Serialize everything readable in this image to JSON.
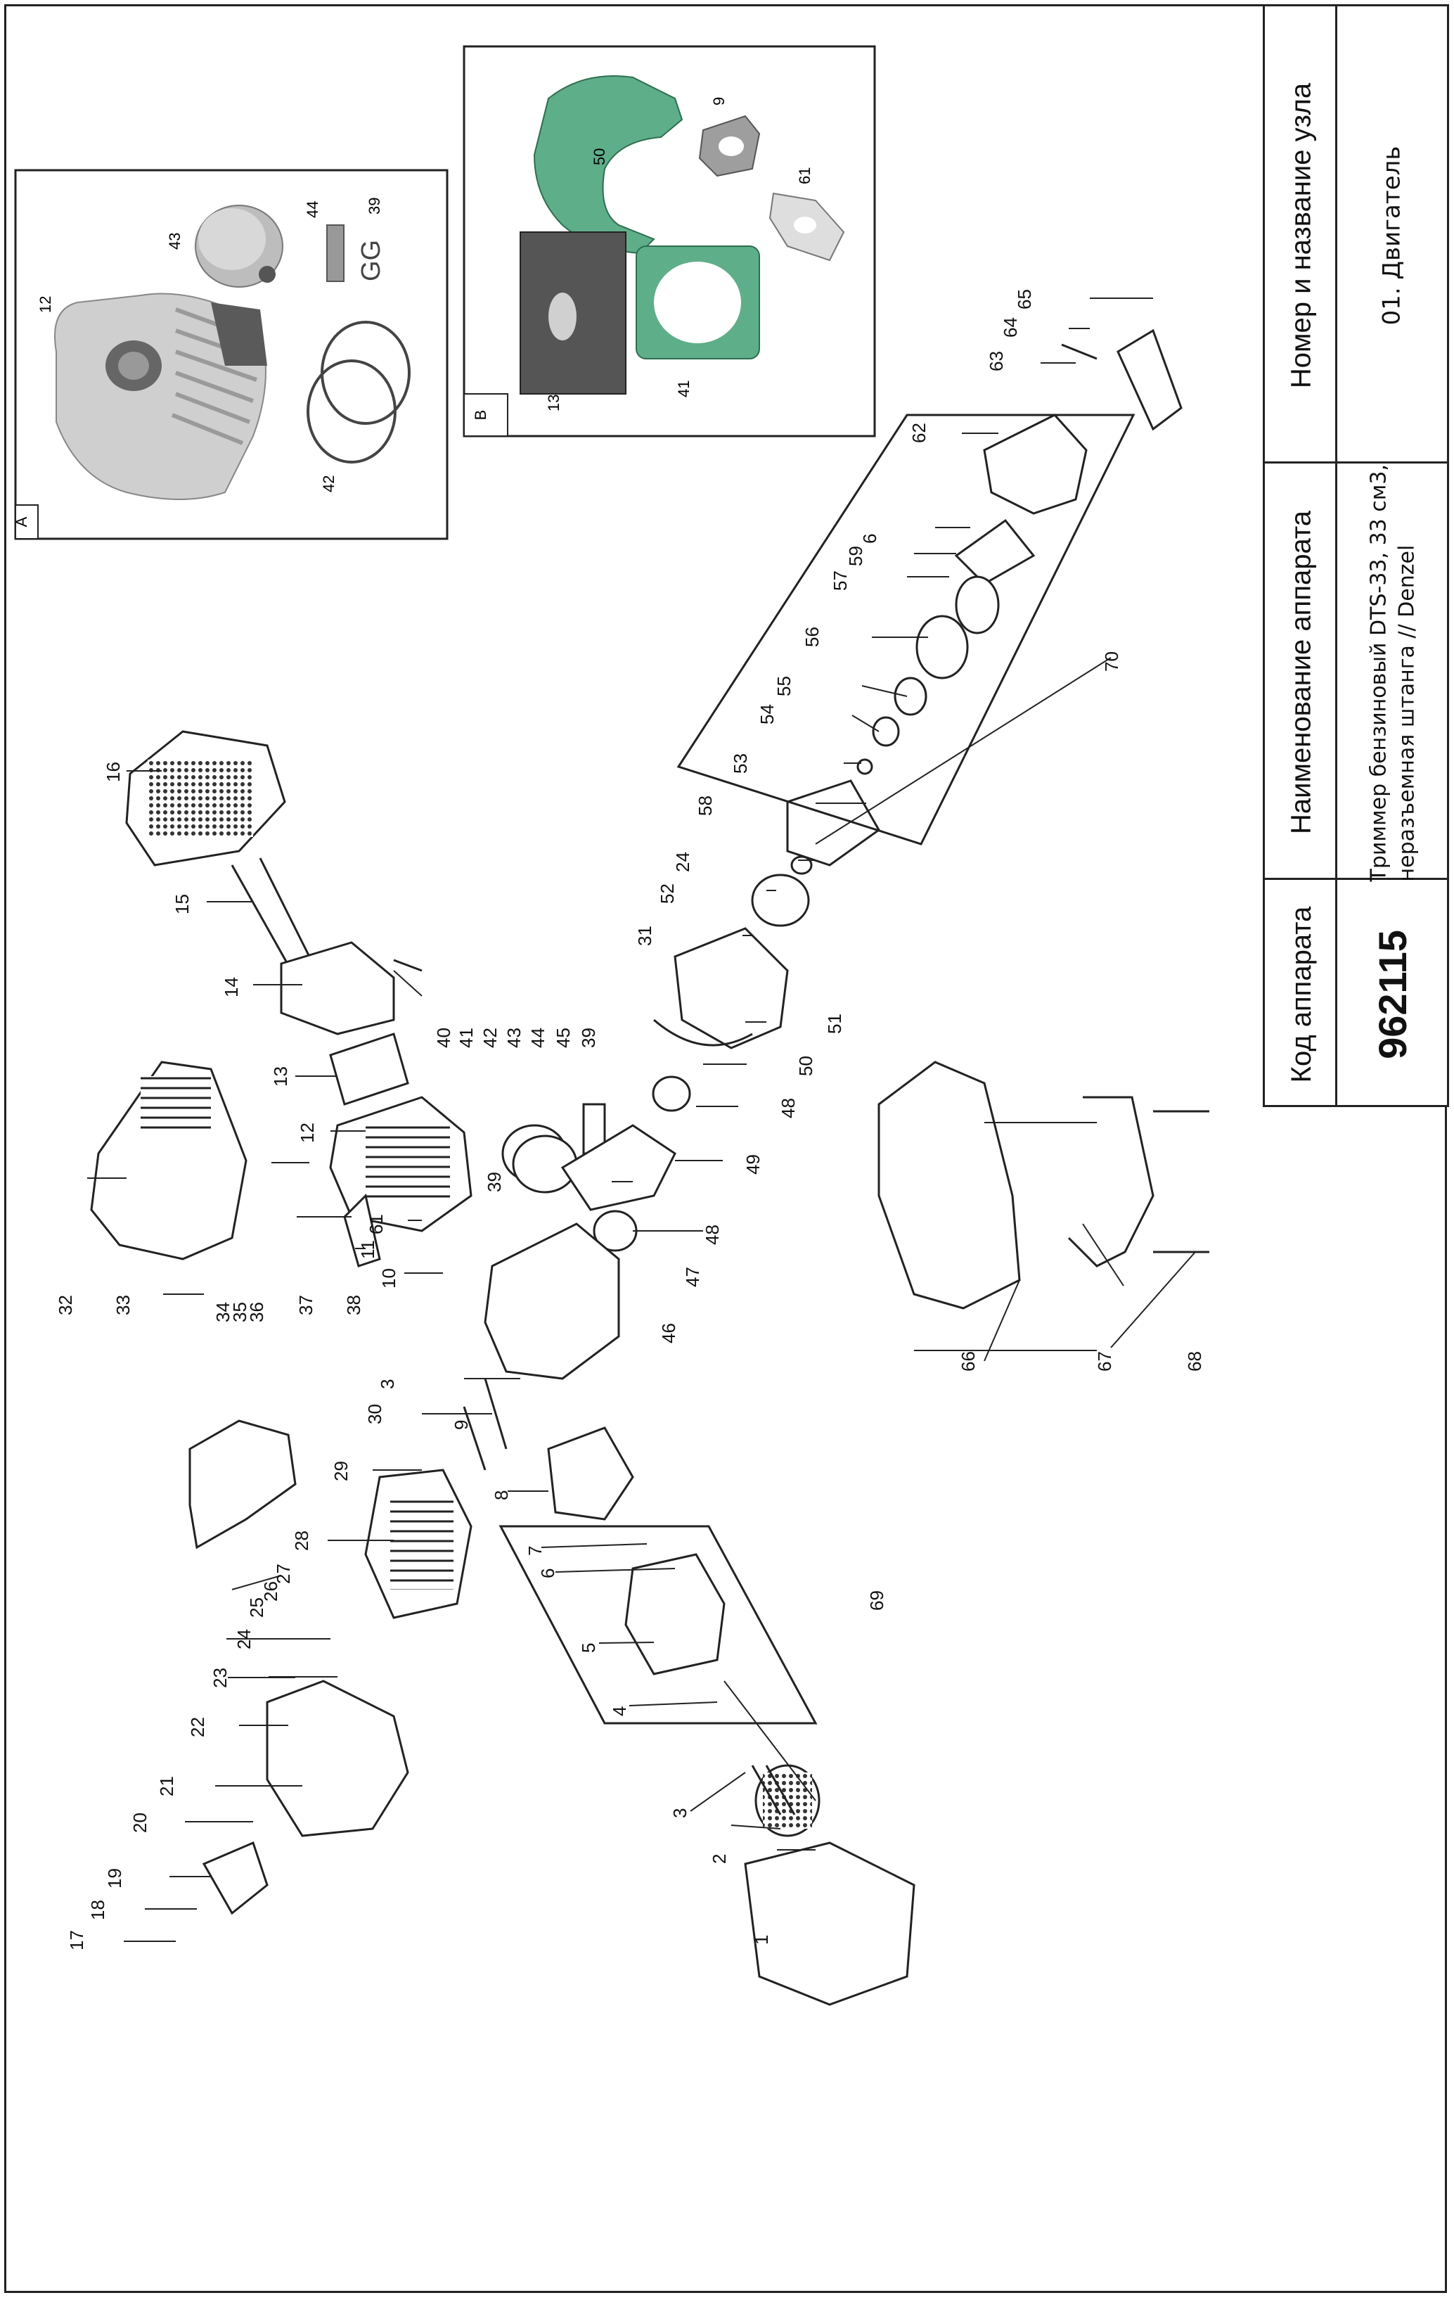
{
  "title_block": {
    "code_header": "Код аппарата",
    "code_value": "962115",
    "name_header": "Наименование аппарата",
    "name_value_line1": "Триммер бензиновый DTS-33, 33 см3,",
    "name_value_line2": "неразъемная штанга // Denzel",
    "unit_header": "Номер и название узла",
    "unit_value": "01. Двигатель"
  },
  "insets": {
    "a_label": "A",
    "b_label": "B",
    "a_callouts": [
      "12",
      "43",
      "44",
      "39",
      "42"
    ],
    "b_callouts": [
      "50",
      "9",
      "61",
      "13",
      "41"
    ]
  },
  "callouts": {
    "c1": "1",
    "c2": "2",
    "c3a": "3",
    "c3b": "3",
    "c4": "4",
    "c5": "5",
    "c6a": "6",
    "c6b": "6",
    "c7": "7",
    "c8": "8",
    "c9": "9",
    "c10": "10",
    "c11": "11",
    "c12": "12",
    "c13": "13",
    "c14": "14",
    "c15": "15",
    "c16": "16",
    "c17": "17",
    "c18": "18",
    "c19": "19",
    "c20": "20",
    "c21": "21",
    "c22": "22",
    "c23": "23",
    "c24a": "24",
    "c24b": "24",
    "c25": "25",
    "c26": "26",
    "c27": "27",
    "c28": "28",
    "c29": "29",
    "c30": "30",
    "c31": "31",
    "c32": "32",
    "c33": "33",
    "c34": "34",
    "c35": "35",
    "c36": "36",
    "c37": "37",
    "c38": "38",
    "c39a": "39",
    "c39b": "39",
    "c40": "40",
    "c41": "41",
    "c42": "42",
    "c43": "43",
    "c44": "44",
    "c45": "45",
    "c46": "46",
    "c47": "47",
    "c48a": "48",
    "c48b": "48",
    "c49": "49",
    "c50": "50",
    "c51": "51",
    "c52": "52",
    "c53": "53",
    "c54": "54",
    "c55": "55",
    "c56": "56",
    "c57": "57",
    "c58": "58",
    "c59": "59",
    "c61": "61",
    "c62": "62",
    "c63": "63",
    "c64": "64",
    "c65": "65",
    "c66": "66",
    "c67": "67",
    "c68": "68",
    "c69": "69",
    "c70": "70"
  },
  "colors": {
    "line": "#222222",
    "gasket_green": "#5fae8a",
    "part_gray": "#c9c9c9",
    "part_dark": "#555555"
  }
}
